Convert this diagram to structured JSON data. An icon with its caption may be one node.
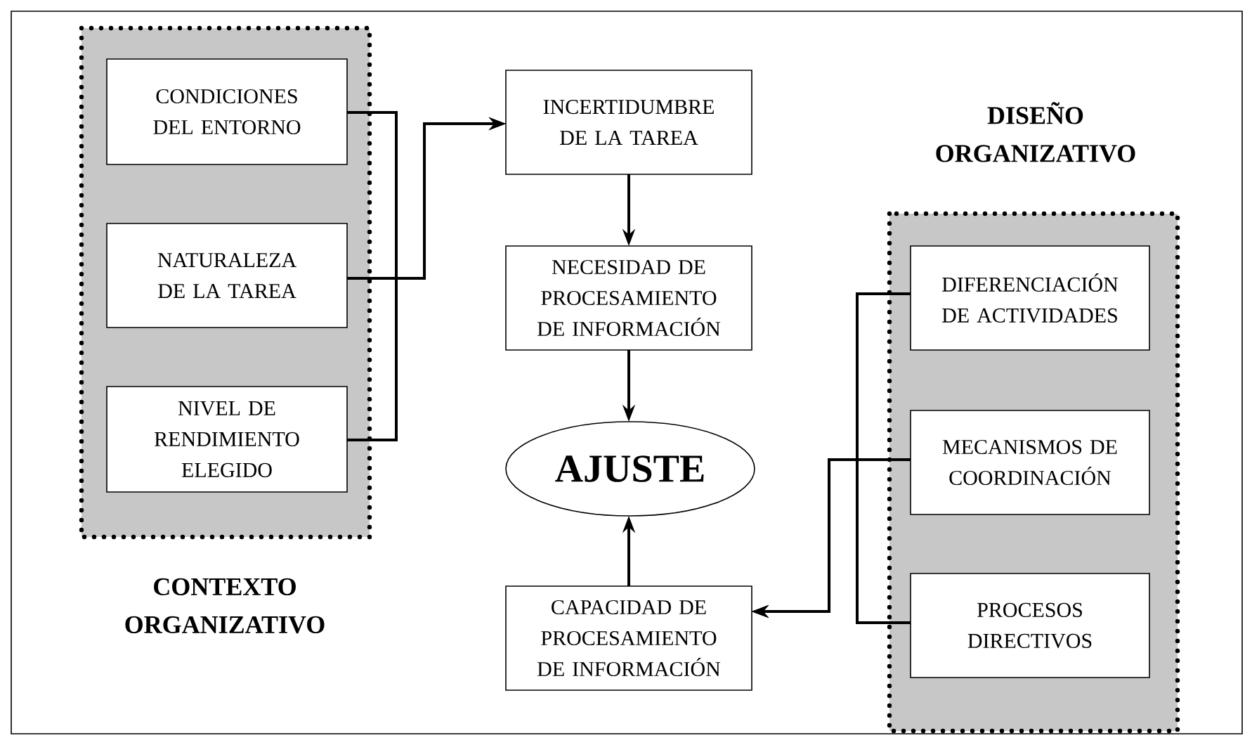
{
  "diagram": {
    "nodes": [
      {
        "text": [
          "CONTEXTO ORGANIZATIVO"
        ]
      },
      {
        "text": [
          "CONDICIONES DEL ENTORNO"
        ],
        "in": 0
      },
      {
        "text": [
          "NATURALEZA DE LA TAREA"
        ],
        "in": 0
      },
      {
        "text": [
          "NIVEL DE RENDIMIENTO ELEGIDO"
        ],
        "in": 0
      },
      {
        "text": [
          "INCERTIDUMBRE DE LA TAREA"
        ]
      },
      {
        "text": [
          "NECESIDAD DE PROCESAMIENTO DE INFORMACIÓN"
        ]
      },
      {
        "text": [
          "AJUSTE"
        ]
      },
      {
        "text": [
          "CAPACIDAD DE PROCESAMIENTO DE INFORMACIÓN"
        ]
      },
      {
        "text": [
          "DISEÑO ORGANIZATIVO"
        ]
      },
      {
        "text": [
          "DIFERENCIACIÓN DE ACTIVIDADES"
        ],
        "in": 8
      },
      {
        "text": [
          "MECANISMOS DE COORDINACIÓN"
        ],
        "in": 8
      },
      {
        "text": [
          "PROCESOS DIRECTIVOS"
        ],
        "in": 8
      }
    ],
    "edges": [
      {
        "from": 1,
        "to": 4,
        "arrow": "to"
      },
      {
        "from": 2,
        "to": 4,
        "arrow": "to"
      },
      {
        "from": 3,
        "to": 4,
        "arrow": "to"
      },
      {
        "from": 4,
        "to": 5,
        "arrow": "to"
      },
      {
        "from": 5,
        "to": 6,
        "arrow": "to"
      },
      {
        "from": 7,
        "to": 6,
        "arrow": "to"
      },
      {
        "from": 9,
        "to": 7,
        "arrow": "to"
      },
      {
        "from": 10,
        "to": 7,
        "arrow": "to"
      },
      {
        "from": 11,
        "to": 7,
        "arrow": "to"
      }
    ]
  }
}
